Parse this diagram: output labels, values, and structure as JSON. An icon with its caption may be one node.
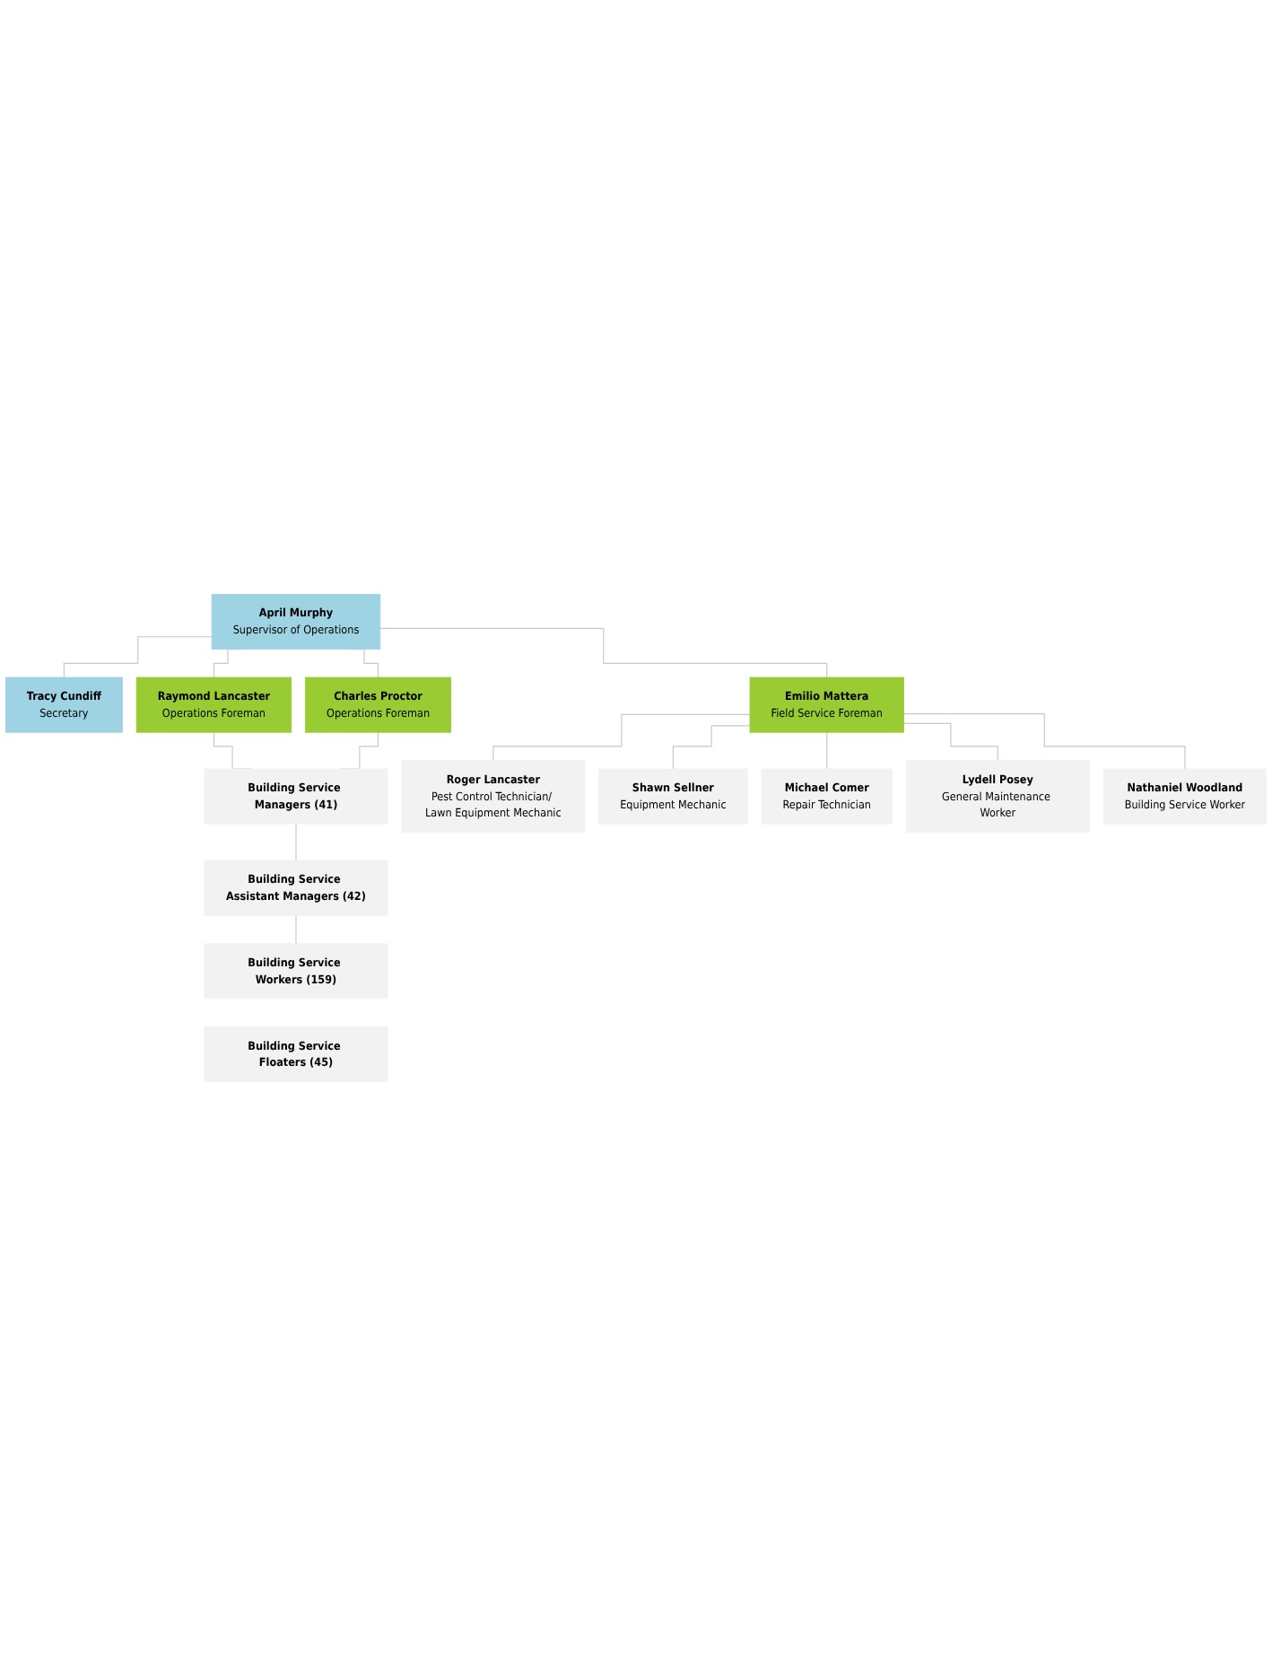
{
  "diagram": {
    "nodes": [
      {
        "text": [
          "April Murphy",
          "Supervisor of Operations"
        ]
      },
      {
        "text": [
          "Tracy Cundiff",
          "Secretary"
        ]
      },
      {
        "text": [
          "Raymond Lancaster",
          "Operations Foreman"
        ]
      },
      {
        "text": [
          "Charles Proctor",
          "Operations Foreman"
        ]
      },
      {
        "text": [
          "Emilio Mattera",
          "Field Service Foreman"
        ]
      },
      {
        "text": [
          "Building Service Managers (41)"
        ]
      },
      {
        "text": [
          "Building Service Assistant Managers (42)"
        ]
      },
      {
        "text": [
          "Building Service Workers (159)"
        ]
      },
      {
        "text": [
          "Building Service Floaters (45)"
        ]
      },
      {
        "text": [
          "Roger Lancaster",
          "Pest Control Technician/ Lawn Equipment Mechanic"
        ]
      },
      {
        "text": [
          "Shawn Sellner",
          "Equipment Mechanic"
        ]
      },
      {
        "text": [
          "Michael Comer",
          "Repair Technician"
        ]
      },
      {
        "text": [
          "Lydell Posey",
          "General Maintenance Worker"
        ]
      },
      {
        "text": [
          "Nathaniel Woodland",
          "Building Service Worker"
        ]
      }
    ],
    "edges": [
      {
        "from": 0,
        "to": 1,
        "arrow": "none"
      },
      {
        "from": 0,
        "to": 2,
        "arrow": "none"
      },
      {
        "from": 0,
        "to": 3,
        "arrow": "none"
      },
      {
        "from": 0,
        "to": 4,
        "arrow": "none"
      },
      {
        "from": 2,
        "to": 5,
        "arrow": "none"
      },
      {
        "from": 3,
        "to": 5,
        "arrow": "none"
      },
      {
        "from": 5,
        "to": 6,
        "arrow": "none"
      },
      {
        "from": 6,
        "to": 7,
        "arrow": "none"
      },
      {
        "from": 4,
        "to": 9,
        "arrow": "none"
      },
      {
        "from": 4,
        "to": 10,
        "arrow": "none"
      },
      {
        "from": 4,
        "to": 11,
        "arrow": "none"
      },
      {
        "from": 4,
        "to": 12,
        "arrow": "none"
      },
      {
        "from": 4,
        "to": 13,
        "arrow": "none"
      }
    ]
  }
}
